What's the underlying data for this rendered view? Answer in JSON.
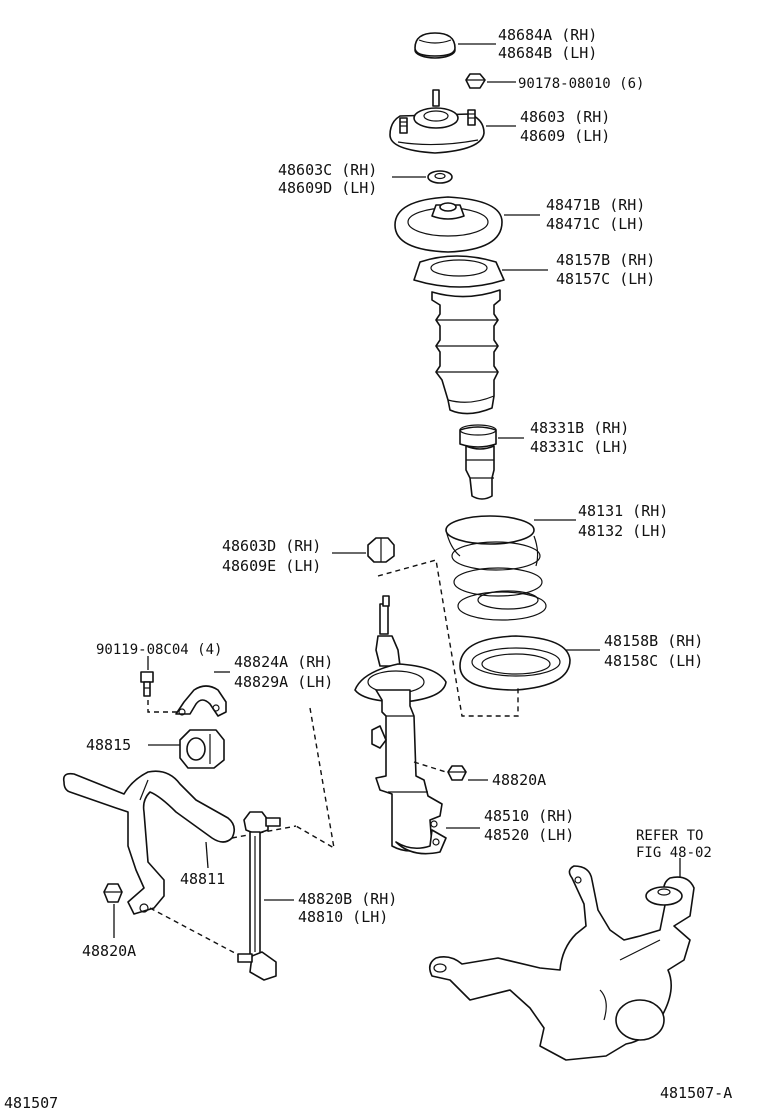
{
  "labels": {
    "l1a": "48684A (RH)",
    "l1b": "48684B (LH)",
    "l2": "90178-08010 (6)",
    "l3a": "48603 (RH)",
    "l3b": "48609 (LH)",
    "l4a": "48603C (RH)",
    "l4b": "48609D (LH)",
    "l5a": "48471B (RH)",
    "l5b": "48471C (LH)",
    "l6a": "48157B (RH)",
    "l6b": "48157C (LH)",
    "l7a": "48331B (RH)",
    "l7b": "48331C (LH)",
    "l8a": "48131 (RH)",
    "l8b": "48132 (LH)",
    "l9a": "48603D (RH)",
    "l9b": "48609E (LH)",
    "l10a": "48158B (RH)",
    "l10b": "48158C (LH)",
    "l11": "90119-08C04 (4)",
    "l12a": "48824A (RH)",
    "l12b": "48829A (LH)",
    "l13": "48815",
    "l14": "48820A",
    "l15a": "48510 (RH)",
    "l15b": "48520 (LH)",
    "l16a": "REFER TO",
    "l16b": "FIG 48-02",
    "l17": "48811",
    "l18a": "48820B (RH)",
    "l18b": "48810  (LH)",
    "l19": "48820A",
    "footer_left": "481507",
    "footer_right": "481507-A"
  }
}
